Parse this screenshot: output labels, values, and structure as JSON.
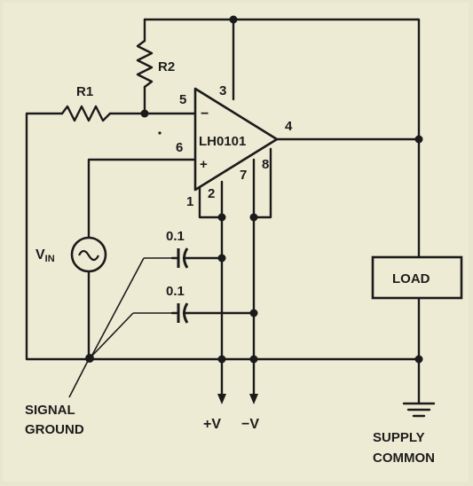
{
  "components": {
    "r1": "R1",
    "r2": "R2",
    "opamp": "LH0101",
    "load": "LOAD",
    "cap_top_value": "0.1",
    "cap_bottom_value": "0.1",
    "vin_main": "V",
    "vin_sub": "IN"
  },
  "pins": {
    "p1": "1",
    "p2": "2",
    "p3": "3",
    "p4": "4",
    "p5": "5",
    "p6": "6",
    "p7": "7",
    "p8": "8",
    "minus": "−",
    "plus": "+"
  },
  "labels": {
    "signal": "SIGNAL",
    "ground": "GROUND",
    "pos_supply": "+V",
    "neg_supply": "−V",
    "supply": "SUPPLY",
    "common": "COMMON"
  }
}
